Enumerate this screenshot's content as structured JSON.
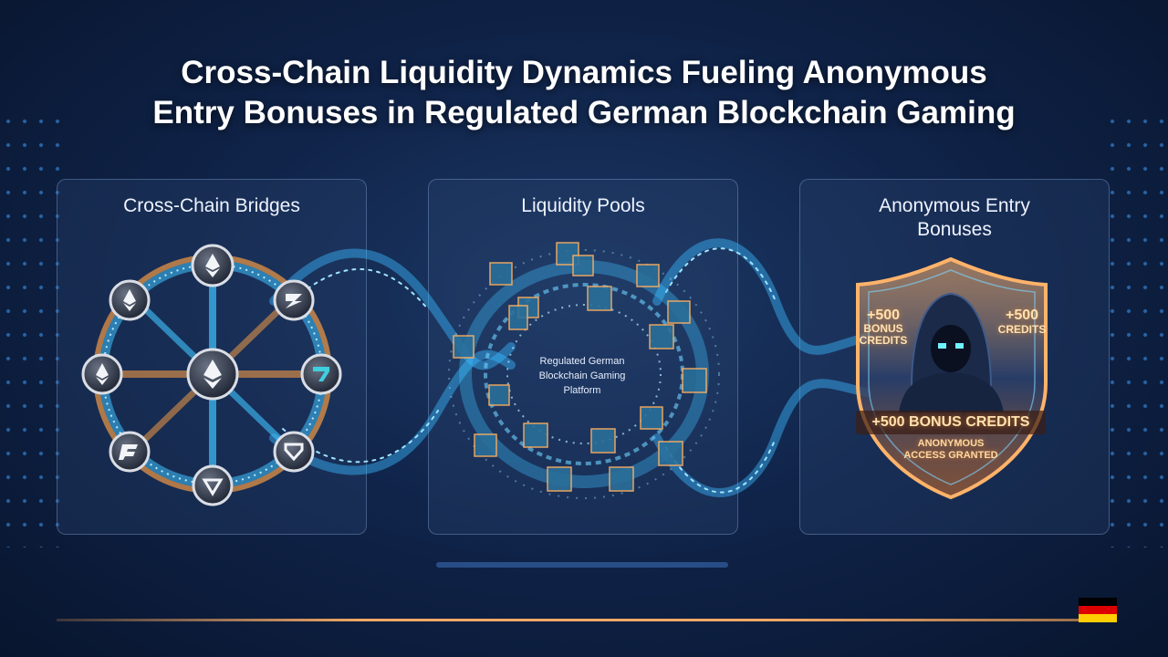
{
  "title": {
    "line1": "Cross-Chain Liquidity Dynamics Fueling Anonymous",
    "line2": "Entry Bonuses in Regulated German Blockchain Gaming"
  },
  "panels": [
    {
      "title": "Cross-Chain Bridges"
    },
    {
      "title": "Liquidity Pools"
    },
    {
      "title_line1": "Anonymous Entry",
      "title_line2": "Bonuses"
    }
  ],
  "platform": {
    "line1": "Regulated German",
    "line2": "Blockchain Gaming",
    "line3": "Platform"
  },
  "bonus": {
    "left_amount": "+500",
    "left_line2": "BONUS",
    "left_line3": "CREDITS",
    "right_amount": "+500",
    "right_line2": "CREDITS",
    "banner": "+500 BONUS CREDITS",
    "access_line1": "ANONYMOUS",
    "access_line2": "ACCESS GRANTED"
  },
  "colors": {
    "accent_blue": "#3fc3ff",
    "accent_orange": "#f29a45",
    "flag_black": "#000000",
    "flag_red": "#dd0000",
    "flag_gold": "#ffce00"
  },
  "icons": [
    "ethereum-icon",
    "bridge-token-icon",
    "hooded-figure-icon",
    "shield-icon",
    "germany-flag-icon"
  ]
}
